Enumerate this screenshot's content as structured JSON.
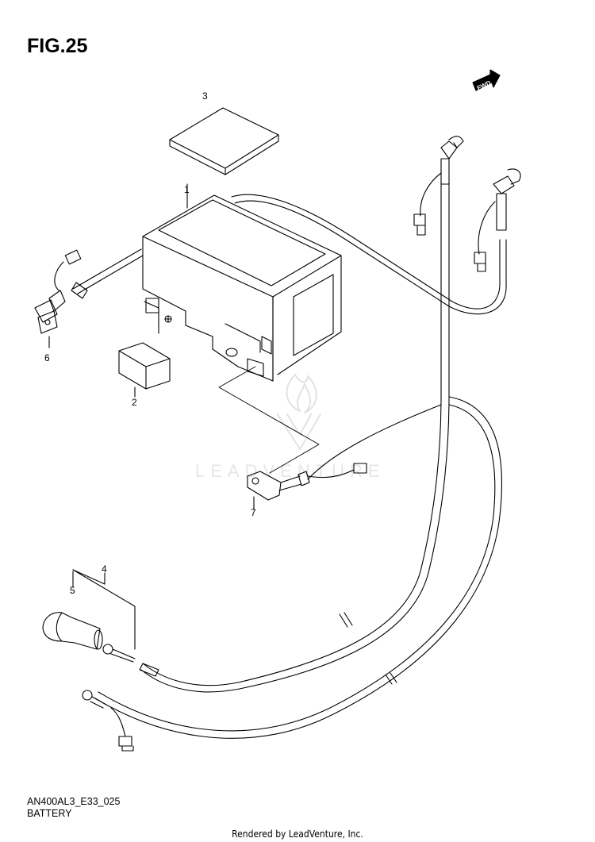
{
  "figure": {
    "title": "FIG.25"
  },
  "forward_indicator": {
    "label": "FWD",
    "icon": "forward-arrow-icon"
  },
  "watermark": {
    "text": "LEADVENTURE",
    "icon": "leadventure-flame-logo"
  },
  "callouts": {
    "p1": "1",
    "p2": "2",
    "p3": "3",
    "p4": "4",
    "p5": "5",
    "p6": "6",
    "p7": "7"
  },
  "diagram_code": "AN400AL3_E33_025",
  "diagram_name": "BATTERY",
  "footer": "Rendered by LeadVenture, Inc."
}
